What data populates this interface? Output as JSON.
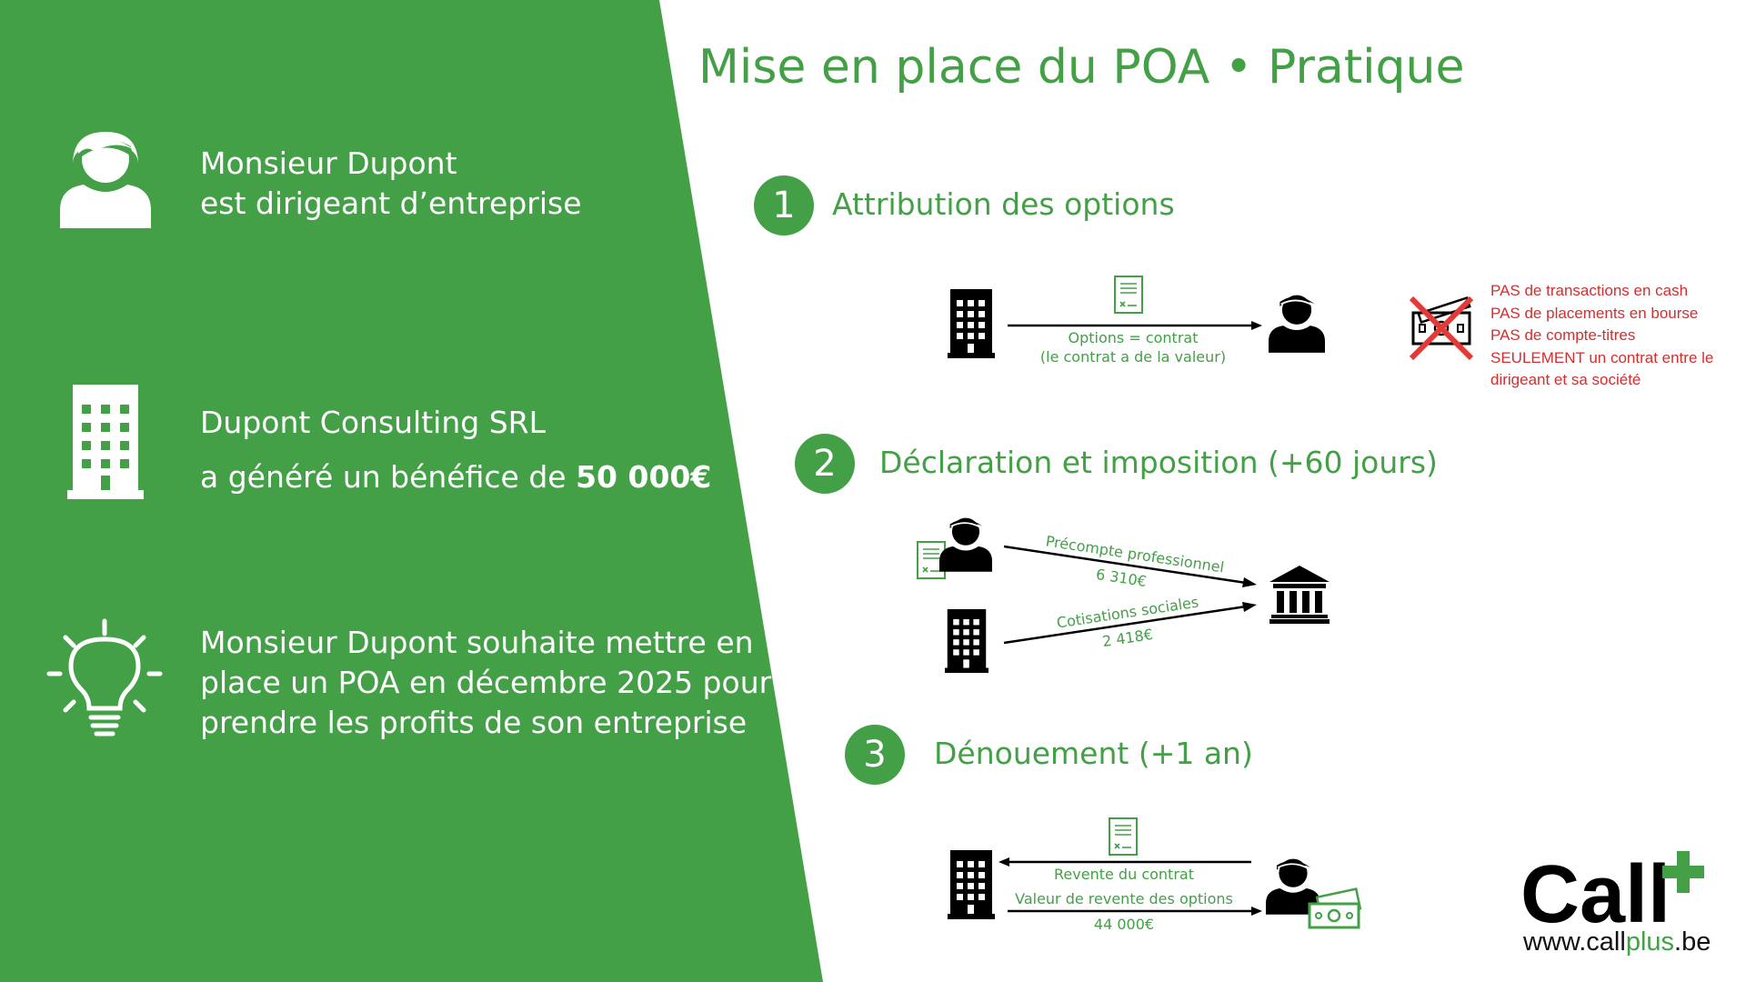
{
  "colors": {
    "green": "#43a047",
    "red": "#d32f2f",
    "white": "#ffffff",
    "black": "#000000"
  },
  "left_panel": {
    "item1": {
      "icon": "person-icon",
      "line1": "Monsieur Dupont",
      "line2": "est dirigeant d’entreprise"
    },
    "item2": {
      "icon": "building-icon",
      "line1": "Dupont Consulting SRL",
      "line2_prefix": "a généré un bénéfice de ",
      "line2_bold": "50 000€"
    },
    "item3": {
      "icon": "lightbulb-icon",
      "line1": "Monsieur Dupont souhaite mettre en",
      "line2": "place un POA en décembre 2025 pour",
      "line3": "prendre les profits de son entreprise"
    }
  },
  "title": "Mise en place du POA • Pratique",
  "steps": [
    {
      "number": "1",
      "label": "Attribution des options",
      "arrow_label1": "Options = contrat",
      "arrow_label2": "(le contrat a de la valeur)",
      "warnings": [
        "PAS de transactions en cash",
        "PAS de placements en bourse",
        "PAS de compte-titres",
        "SEULEMENT un contrat entre le",
        "dirigeant et sa société"
      ]
    },
    {
      "number": "2",
      "label": "Déclaration et imposition (+60 jours)",
      "arrow1_label": "Précompte professionnel",
      "arrow1_value": "6 310€",
      "arrow2_label": "Cotisations sociales",
      "arrow2_value": "2 418€"
    },
    {
      "number": "3",
      "label": "Dénouement (+1 an)",
      "arrow1_label": "Revente du contrat",
      "arrow2_label": "Valeur de revente des options",
      "arrow2_value": "44 000€"
    }
  ],
  "logo": {
    "text": "Call",
    "url_prefix": "www.call",
    "url_highlight": "plus",
    "url_suffix": ".be"
  }
}
